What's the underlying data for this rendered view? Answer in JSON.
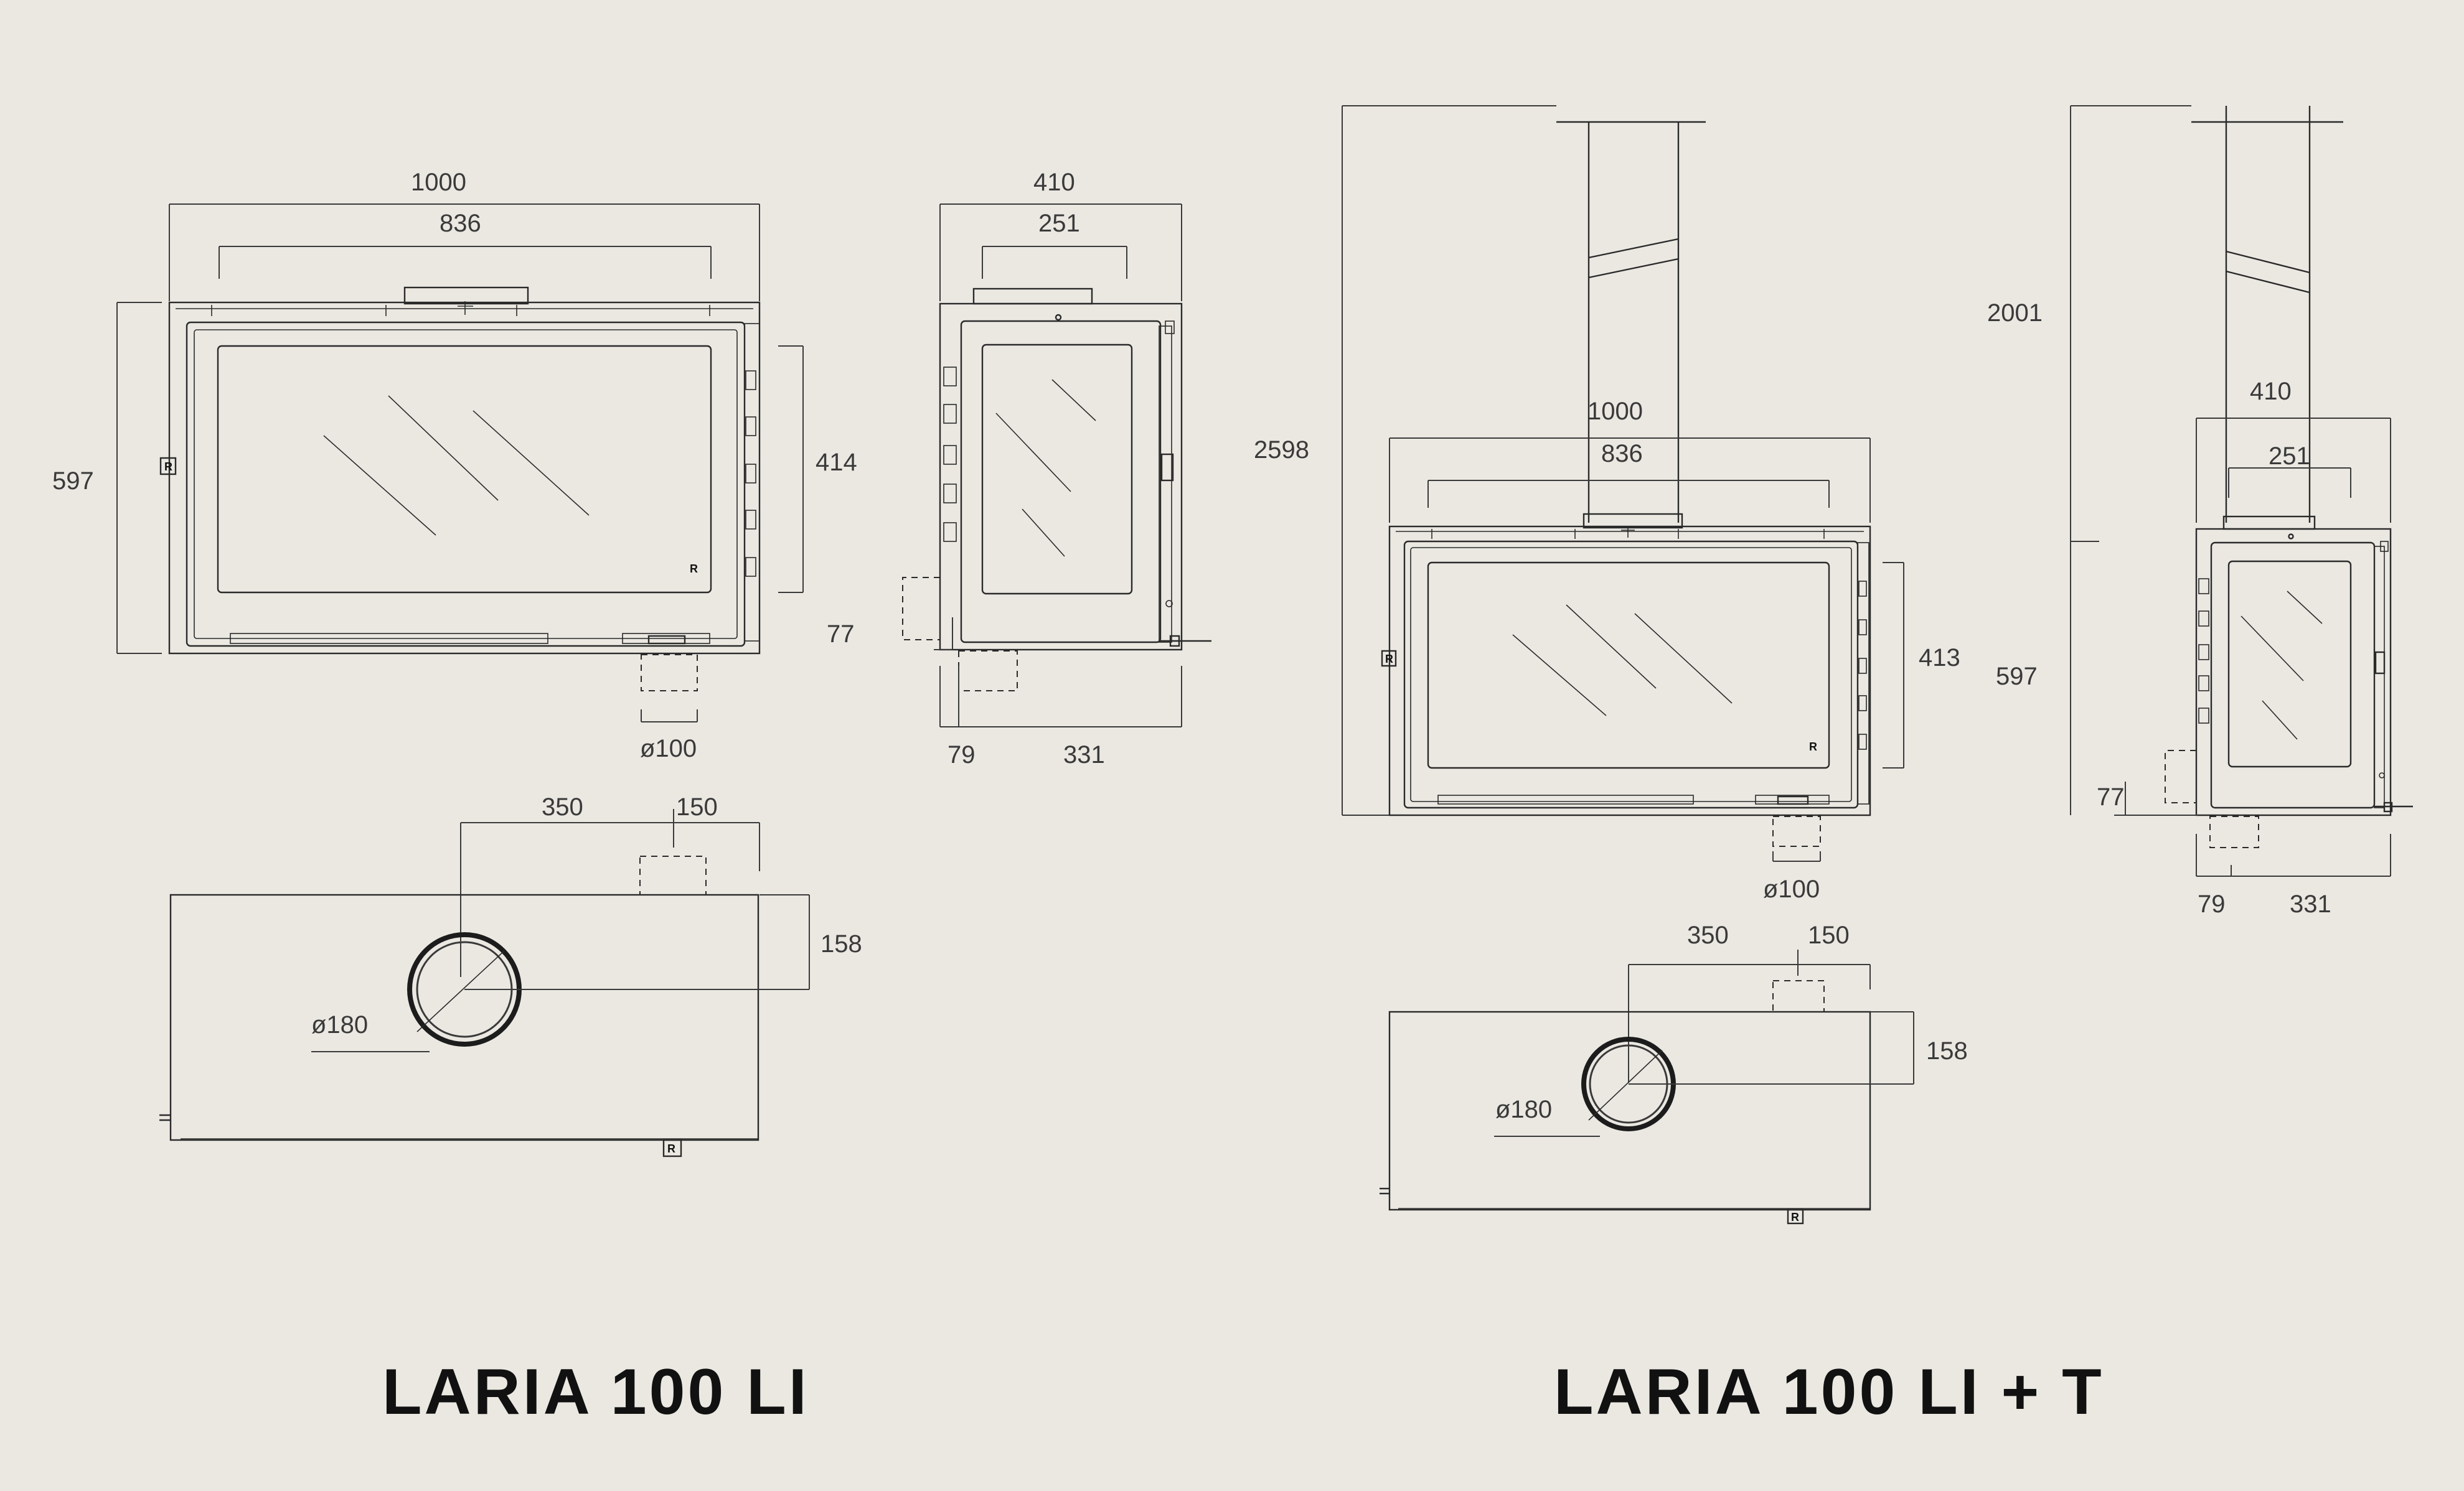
{
  "models": [
    {
      "title": "LARIA 100 LI",
      "front": {
        "width_total": "1000",
        "width_glass": "836",
        "height": "597",
        "height_glass": "414",
        "flue": "ø100"
      },
      "side": {
        "depth_total": "410",
        "depth_glass": "251",
        "offset": "77",
        "depth_a": "79",
        "depth_b": "331"
      },
      "top": {
        "dist_a": "350",
        "dist_b": "150",
        "depth": "158",
        "pipe": "ø180"
      }
    },
    {
      "title": "LARIA 100 LI + T",
      "front": {
        "total_height": "2598",
        "width_total": "1000",
        "width_glass": "836",
        "height_glass": "413",
        "flue": "ø100"
      },
      "side": {
        "total_height": "2001",
        "depth_total": "410",
        "depth_glass": "251",
        "height": "597",
        "offset": "77",
        "depth_a": "79",
        "depth_b": "331"
      },
      "top": {
        "dist_a": "350",
        "dist_b": "150",
        "depth": "158",
        "pipe": "ø180"
      }
    }
  ],
  "brand_mark": "R",
  "colors": {
    "background": "#ebe8e2",
    "line": "#2a2a2a",
    "title": "#111111"
  }
}
